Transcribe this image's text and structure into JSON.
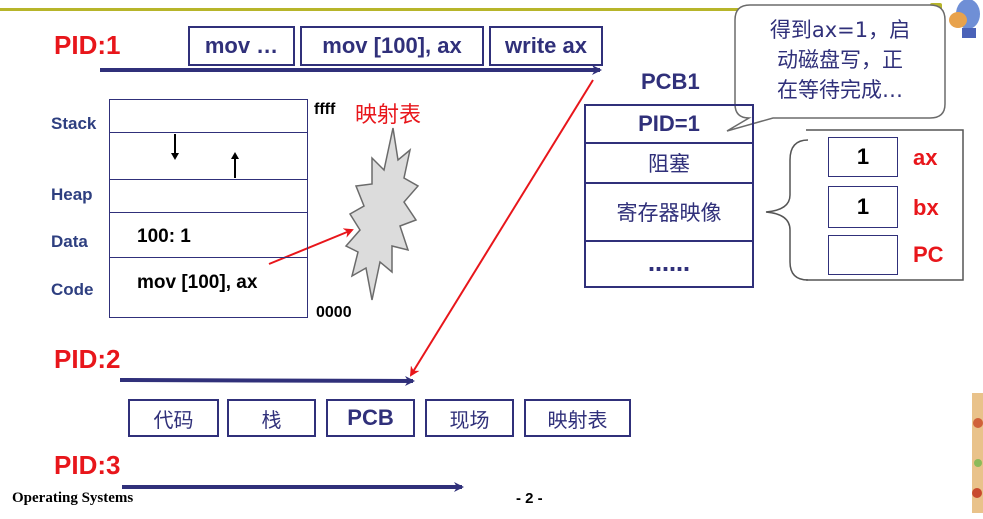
{
  "processes": {
    "pid1": "PID:1",
    "pid2": "PID:2",
    "pid3": "PID:3"
  },
  "instructions": [
    "mov …",
    "mov [100], ax",
    "write ax"
  ],
  "callout": {
    "line1": "得到ax=1，启",
    "line2": "动磁盘写，正",
    "line3": "在等待完成…"
  },
  "memory": {
    "top_address": "ffff",
    "bottom_address": "0000",
    "map_label": "映射表",
    "segments": {
      "stack": "Stack",
      "heap": "Heap",
      "data": "Data",
      "code": "Code"
    },
    "data_content": "100:  1",
    "code_content": "mov [100], ax"
  },
  "pcb": {
    "title": "PCB1",
    "fields": [
      "PID=1",
      "阻塞",
      "寄存器映像",
      "……"
    ]
  },
  "registers": [
    {
      "value": "1",
      "name": "ax"
    },
    {
      "value": "1",
      "name": "bx"
    },
    {
      "value": "",
      "name": "PC"
    }
  ],
  "pid2_components": [
    "代码",
    "栈",
    "PCB",
    "现场",
    "映射表"
  ],
  "footer": {
    "course": "Operating Systems",
    "page": "- 2 -"
  },
  "colors": {
    "accent_red": "#e8161b",
    "navy": "#30307a",
    "header_line": "#b7b52a"
  }
}
